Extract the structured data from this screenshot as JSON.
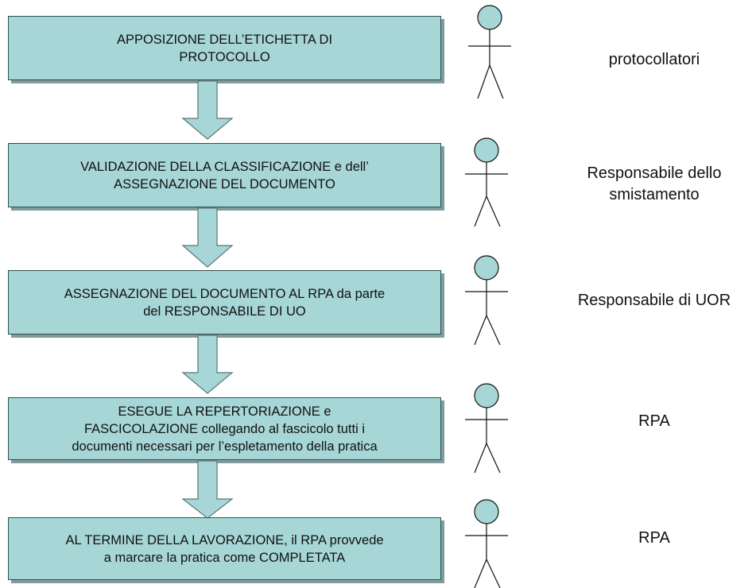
{
  "steps": [
    {
      "lines": [
        "APPOSIZIONE DELL’ETICHETTA DI",
        "PROTOCOLLO"
      ]
    },
    {
      "lines": [
        "VALIDAZIONE DELLA  CLASSIFICAZIONE e dell’",
        "ASSEGNAZIONE DEL DOCUMENTO"
      ]
    },
    {
      "lines": [
        "ASSEGNAZIONE DEL DOCUMENTO AL RPA da parte",
        "del RESPONSABILE DI UO"
      ]
    },
    {
      "lines": [
        "ESEGUE LA REPERTORIAZIONE e",
        "FASCICOLAZIONE collegando al fascicolo tutti i",
        "documenti necessari per l’espletamento della pratica"
      ]
    },
    {
      "lines": [
        "AL TERMINE DELLA LAVORAZIONE, il RPA provvede",
        "a marcare la pratica come COMPLETATA"
      ]
    }
  ],
  "roles": [
    {
      "lines": [
        "protocollatori"
      ]
    },
    {
      "lines": [
        "Responsabile dello",
        "smistamento"
      ]
    },
    {
      "lines": [
        "Responsabile di UOR"
      ]
    },
    {
      "lines": [
        "RPA"
      ]
    },
    {
      "lines": [
        "RPA"
      ]
    }
  ],
  "colors": {
    "box_fill": "#a7d6d6",
    "box_border": "#2d4f4f",
    "arrow_fill": "#a7d6d6"
  },
  "icons": [
    "stick-figure-icon"
  ]
}
